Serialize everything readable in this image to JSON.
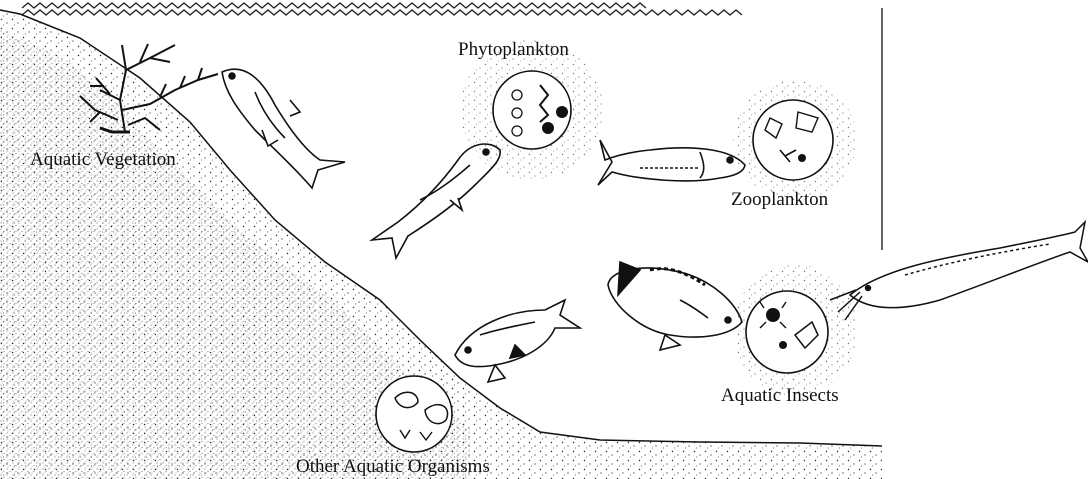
{
  "labels": {
    "aquatic_vegetation": "Aquatic Vegetation",
    "phytoplankton": "Phytoplankton",
    "zooplankton": "Zooplankton",
    "aquatic_insects": "Aquatic Insects",
    "other_aquatic_organisms": "Other Aquatic Organisms"
  },
  "colors": {
    "ink": "#111111",
    "background": "#ffffff"
  }
}
